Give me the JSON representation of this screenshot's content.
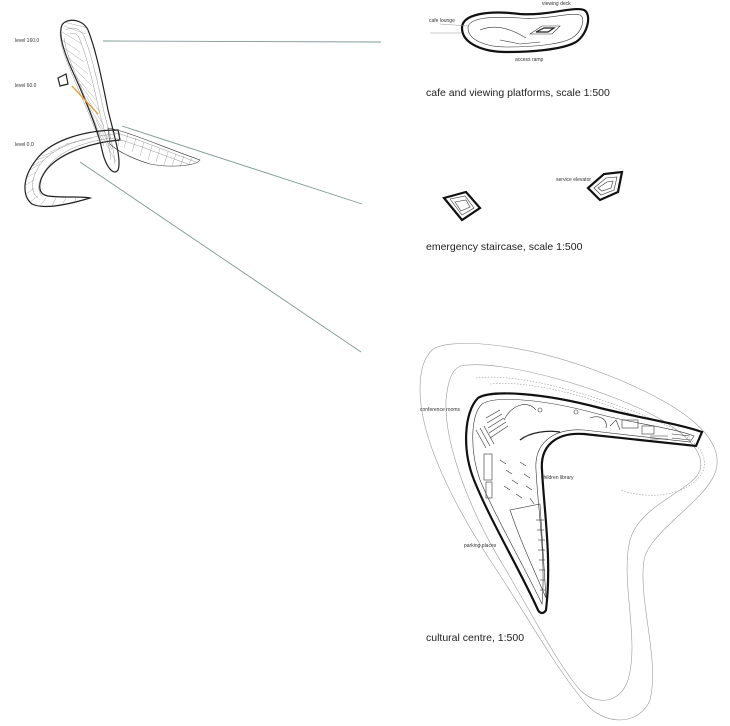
{
  "levels": {
    "level_top": "level 160.0",
    "level_mid": "level 60.0",
    "level_base": "level 0.0"
  },
  "cafe_plan": {
    "title": "cafe and viewing platforms, scale 1:500",
    "label_lounge": "cafe lounge",
    "label_deck": "viewing deck",
    "label_ramp": "access ramp"
  },
  "stair_plan": {
    "title": "emergency staircase, scale 1:500",
    "label_elevator": "service elevator"
  },
  "cultural_plan": {
    "title": "cultural  centre, 1:500",
    "label_conference": "conference rooms",
    "label_library": "children library",
    "label_parking": "parking places"
  },
  "colors": {
    "leader_line": "#7e9a96",
    "highlight": "#e8a23a"
  }
}
